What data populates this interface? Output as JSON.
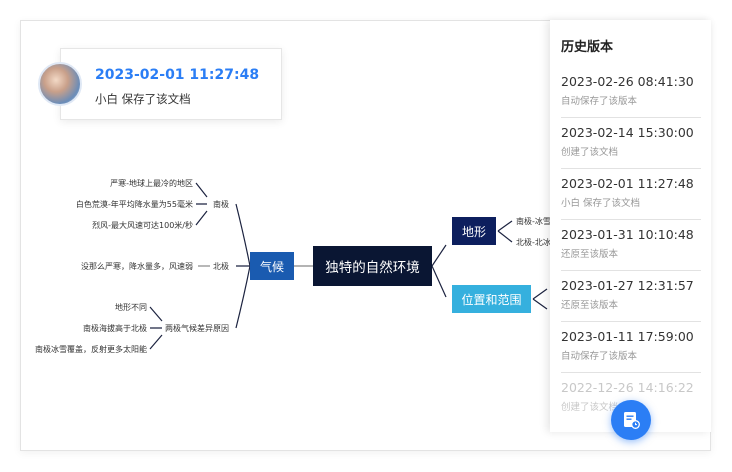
{
  "notification": {
    "timestamp": "2023-02-01 11:27:48",
    "message": "小白 保存了该文档"
  },
  "mindmap": {
    "root": "独特的自然环境",
    "climate": "气候",
    "terrain": "地形",
    "location": "位置和范围",
    "south_pole": "南极",
    "north_pole": "北极",
    "difference": "两极气候差异原因",
    "south_items": [
      "严寒-地球上最冷的地区",
      "白色荒漠-年平均降水量为55毫米",
      "烈风-最大风速可达100米/秒"
    ],
    "north_item": "没那么严寒，降水量多，风速弱",
    "difference_items": [
      "地形不同",
      "南极海拔高于北极",
      "南极冰雪覆盖，反射更多太阳能"
    ],
    "terrain_items": [
      "南极-冰雪",
      "北极-北冰"
    ]
  },
  "history": {
    "title": "历史版本",
    "items": [
      {
        "time": "2023-02-26 08:41:30",
        "desc": "自动保存了该版本"
      },
      {
        "time": "2023-02-14 15:30:00",
        "desc": "创建了该文档"
      },
      {
        "time": "2023-02-01 11:27:48",
        "desc": "小白 保存了该文档"
      },
      {
        "time": "2023-01-31 10:10:48",
        "desc": "还原至该版本"
      },
      {
        "time": "2023-01-27 12:31:57",
        "desc": "还原至该版本"
      },
      {
        "time": "2023-01-11 17:59:00",
        "desc": "自动保存了该版本"
      },
      {
        "time": "2022-12-26 14:16:22",
        "desc": "创建了该文档"
      }
    ]
  },
  "colors": {
    "accent": "#2b7ef5",
    "root": "#0a1633",
    "climate": "#1a5bb0",
    "terrain": "#0d1f5e",
    "location": "#35b0de"
  }
}
